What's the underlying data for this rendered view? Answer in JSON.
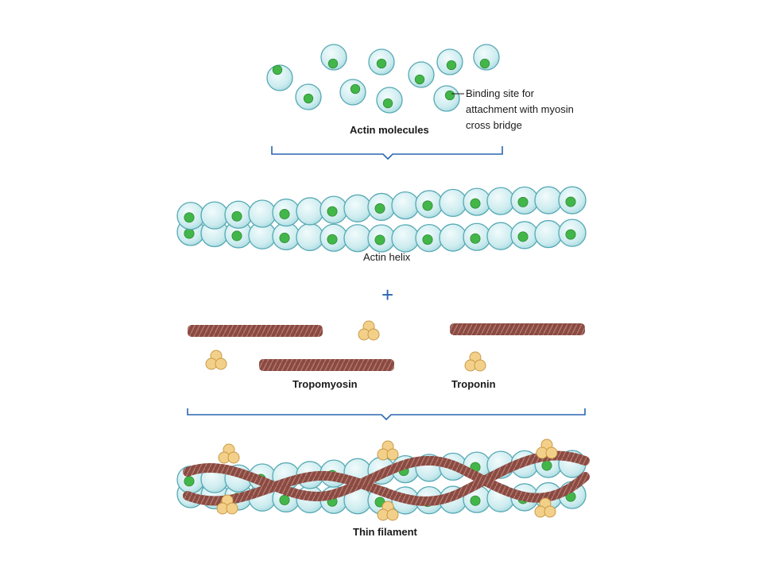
{
  "labels": {
    "binding_site": [
      "Binding site for",
      "attachment with myosin",
      "cross bridge"
    ],
    "actin_molecules": "Actin molecules",
    "actin_helix": "Actin helix",
    "plus_sign": "+",
    "tropomyosin": "Tropomyosin",
    "troponin": "Troponin",
    "thin_filament": "Thin filament"
  },
  "colors": {
    "actin_fill": "#cdecef",
    "actin_stroke": "#56a9b4",
    "binding_site": "#43b649",
    "tropomyosin": "#8a4a42",
    "troponin": "#f3d08a",
    "bracket": "#2a66b0"
  }
}
